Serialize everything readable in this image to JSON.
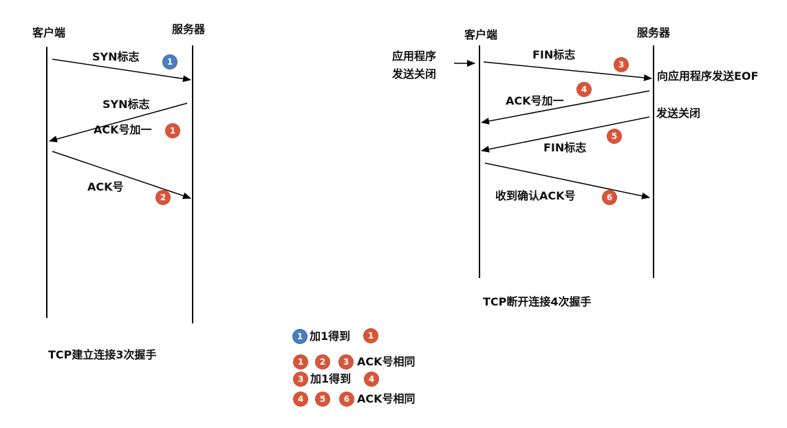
{
  "handshake": {
    "client_label": "客户端",
    "server_label": "服务器",
    "msg1_label": "SYN标志",
    "msg1_badge": "1",
    "msg2_label_a": "SYN标志",
    "msg2_label_b": "ACK号加一",
    "msg2_badge": "1",
    "msg3_label": "ACK号",
    "msg3_badge": "2",
    "caption": "TCP建立连接3次握手"
  },
  "teardown": {
    "client_label": "客户端",
    "server_label": "服务器",
    "app_close_line1": "应用程序",
    "app_close_line2": "发送关闭",
    "msg1_label": "FIN标志",
    "msg1_badge": "3",
    "server_eof": "向应用程序发送EOF",
    "msg2_label": "ACK号加一",
    "msg2_badge": "4",
    "server_close": "发送关闭",
    "msg3_label": "FIN标志",
    "msg3_badge": "5",
    "msg4_label": "收到确认ACK号",
    "msg4_badge": "6",
    "caption": "TCP断开连接4次握手"
  },
  "legend": {
    "row1_badges": [
      "1"
    ],
    "row1_text": "加1得到",
    "row1_result": "1",
    "row2_badges": [
      "1",
      "2",
      "3"
    ],
    "row2_text": "ACK号相同",
    "row3_badges": [
      "3"
    ],
    "row3_text": "加1得到",
    "row3_result": "4",
    "row4_badges": [
      "4",
      "5",
      "6"
    ],
    "row4_text": "ACK号相同"
  },
  "colors": {
    "badge_red": "#d9553a",
    "badge_blue": "#4a7cc0",
    "line": "#000000"
  }
}
